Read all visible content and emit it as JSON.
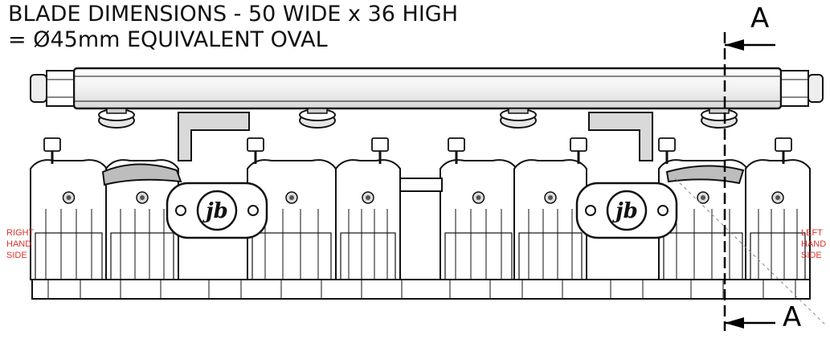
{
  "title": {
    "line1": "BLADE DIMENSIONS - 50 WIDE x 36 HIGH",
    "line2": "= Ø45mm EQUIVALENT OVAL"
  },
  "section": {
    "top_label": "A",
    "bottom_label": "A"
  },
  "sides": {
    "right": [
      "RIGHT",
      "HAND",
      "SIDE"
    ],
    "left": [
      "LEFT",
      "HAND",
      "SIDE"
    ]
  },
  "logo_text": "jb",
  "colors": {
    "line": "#111111",
    "body_fill": "#ffffff",
    "shade": "#cfcfcf",
    "dark_shade": "#9a9a9a",
    "side_label": "#e0302a"
  }
}
